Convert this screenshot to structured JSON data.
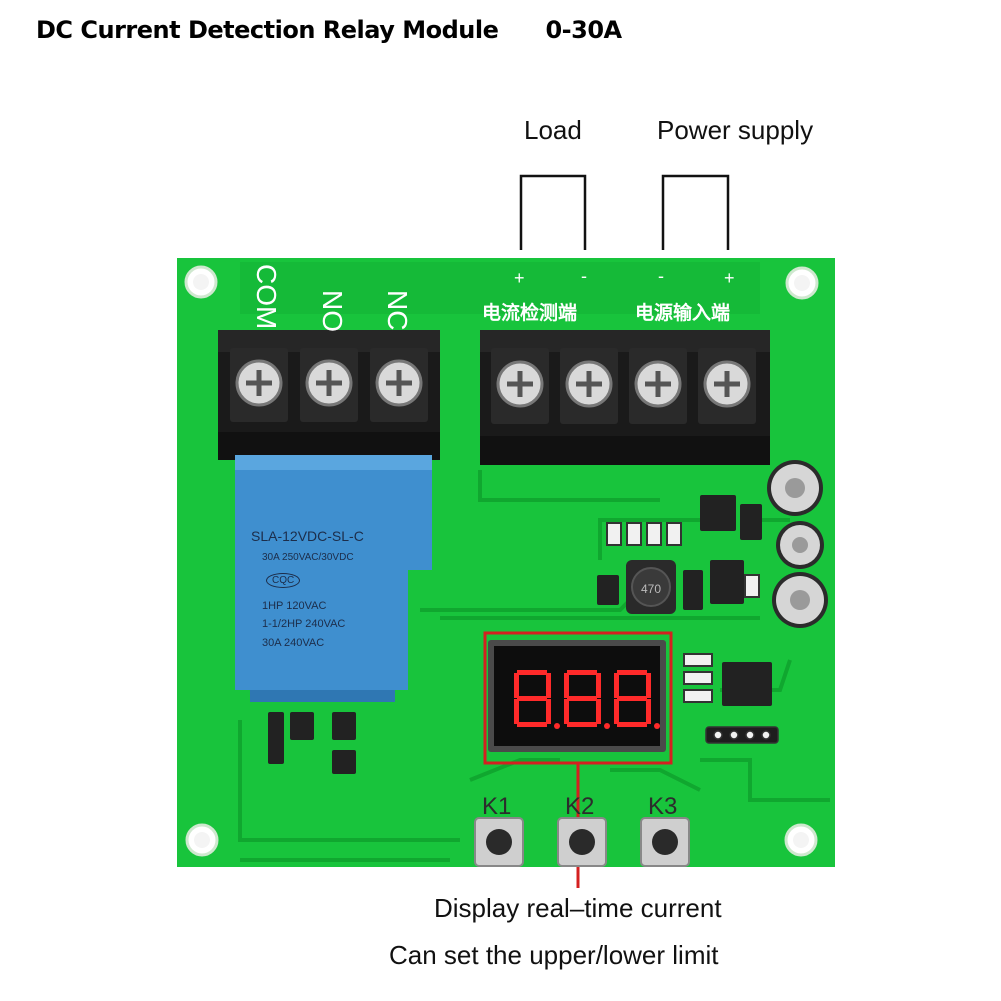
{
  "title": "DC Current Detection Relay Module      0-30A",
  "labels": {
    "load": "Load",
    "power_supply": "Power supply",
    "display_caption": "Display real–time current",
    "limit_caption": "Can set the upper/lower limit"
  },
  "board": {
    "terminals_left": [
      "COM",
      "NO",
      "NC"
    ],
    "polarity": [
      "+",
      "-",
      "-",
      "+"
    ],
    "current_terminal_cn": "电流检测端",
    "power_terminal_cn": "电源输入端",
    "relay": {
      "model": "SLA-12VDC-SL-C",
      "rating": "30A  250VAC/30VDC",
      "cert": "CQC",
      "line1": "1HP 120VAC",
      "line2": "1-1/2HP 240VAC",
      "line3": "30A 240VAC"
    },
    "display_value": "8.8.8.",
    "buttons": [
      "K1",
      "K2",
      "K3"
    ],
    "inductor_mark": "470"
  },
  "colors": {
    "pcb": "#18c43c",
    "pcb_trace": "#12a830",
    "relay_blue": "#3f8fcf",
    "terminal_black": "#1a1a1a",
    "annotation_red": "#d42020"
  }
}
